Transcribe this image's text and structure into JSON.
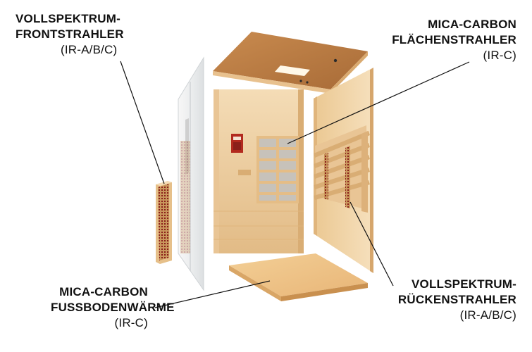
{
  "callouts": {
    "front_emitter": {
      "line1": "VOLLSPEKTRUM-",
      "line2": "FRONTSTRAHLER",
      "spec": "(IR-A/B/C)"
    },
    "panel_emitter": {
      "line1": "MICA-CARBON",
      "line2": "FLÄCHENSTRAHLER",
      "spec": "(IR-C)"
    },
    "floor_heating": {
      "line1": "MICA-CARBON",
      "line2": "FUSSBODENWÄRME",
      "spec": "(IR-C)"
    },
    "back_emitter": {
      "line1": "VOLLSPEKTRUM-",
      "line2": "RÜCKENSTRAHLER",
      "spec": "(IR-A/B/C)"
    }
  },
  "colors": {
    "wood_light": "#f2d6ad",
    "wood_mid": "#e6c08a",
    "wood_dark": "#c9965c",
    "roof_top": "#b77a43",
    "glass": "#eef0f1",
    "emitter_red": "#8a1f1a",
    "leader_line": "#111111"
  },
  "icons": [
    "control-panel-icon",
    "ceiling-light-icon"
  ]
}
